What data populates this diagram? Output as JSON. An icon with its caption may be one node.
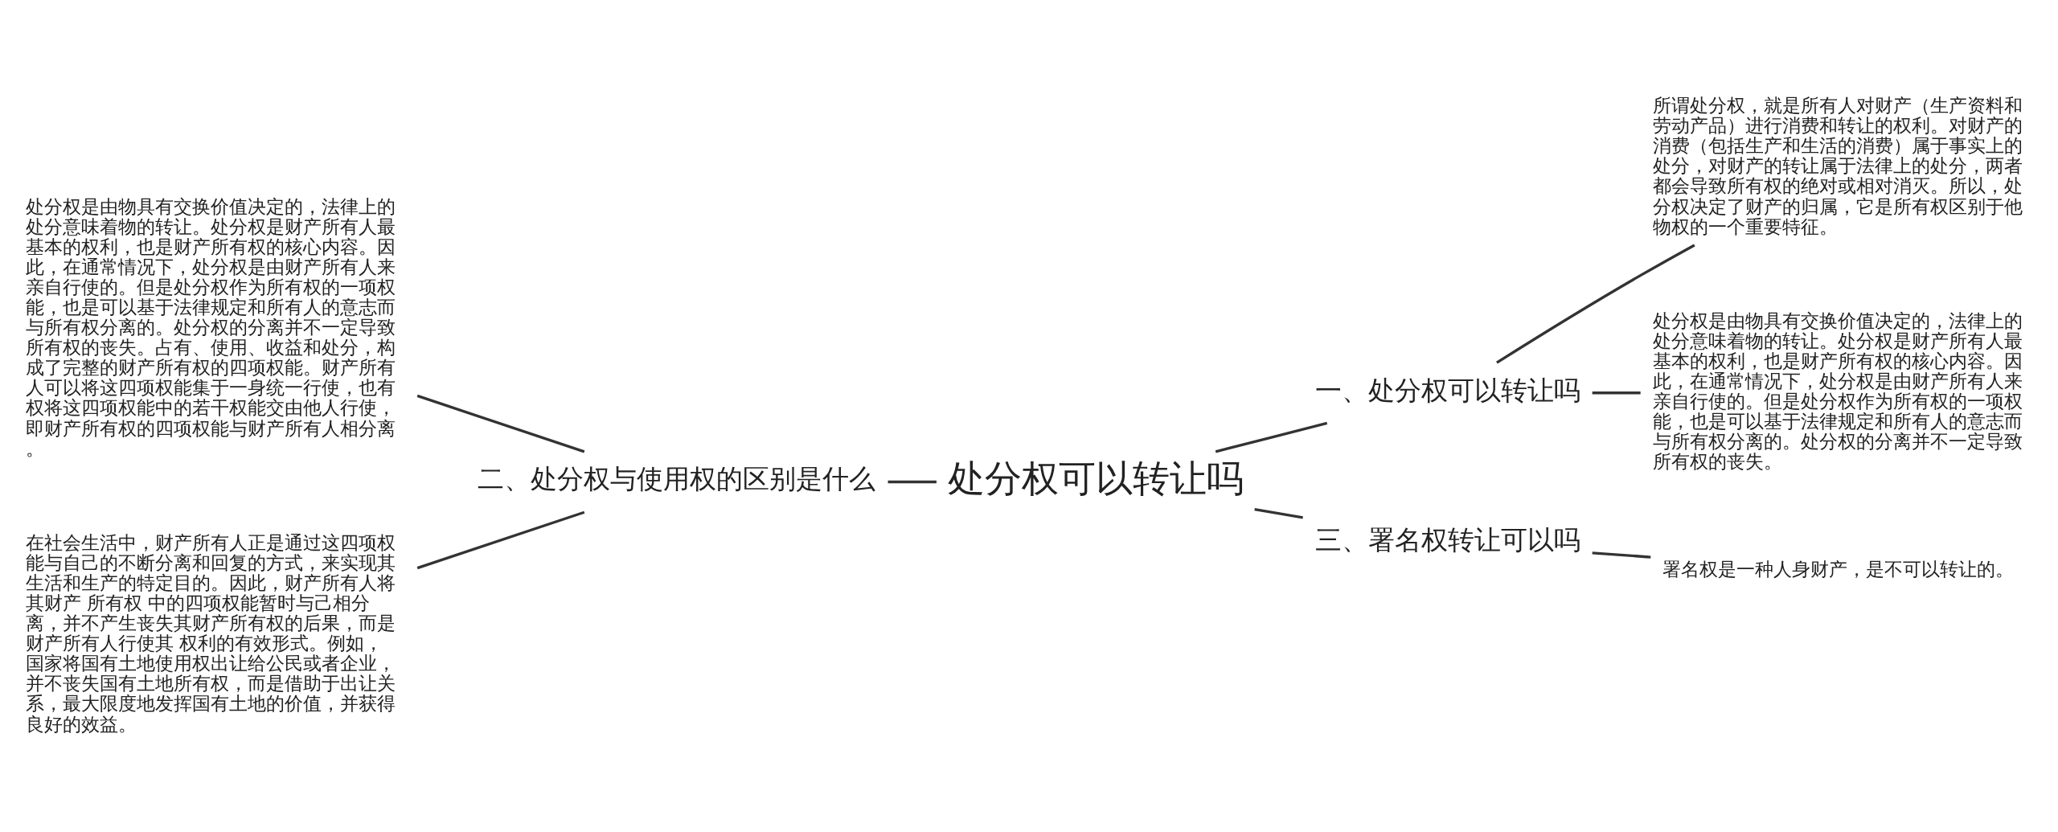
{
  "diagram": {
    "nodes": [
      {
        "text": [
          "处分权可以转让吗"
        ]
      },
      {
        "text": [
          "一、处分权可以转让吗"
        ]
      },
      {
        "text": [
          "所谓处分权，就是所有人对财产（生产资料和劳动产品）进行消费和转让的权利。对财产的消费（包括生产和生活的消费）属于事实上的处分，对财产的转让属于法律上的处分，两者都会导致所有权的绝对或相对消灭。所以，处分权决定了财产的归属，它是所有权区别于他物权的一个重要特征。"
        ]
      },
      {
        "text": [
          "处分权是由物具有交换价值决定的，法律上的处分意味着物的转让。处分权是财产所有人最基本的权利，也是财产所有权的核心内容。因此，在通常情况下，处分权是由财产所有人来亲自行使的。但是处分权作为所有权的一项权能，也是可以基于法律规定和所有人的意志而与所有权分离的。处分权的分离并不一定导致所有权的丧失。"
        ]
      },
      {
        "text": [
          "三、署名权转让可以吗"
        ]
      },
      {
        "text": [
          "署名权是一种人身财产，是不可以转让的。"
        ]
      },
      {
        "text": [
          "二、处分权与使用权的区别是什么"
        ]
      },
      {
        "text": [
          "处分权是由物具有交换价值决定的，法律上的处分意味着物的转让。处分权是财产所有人最基本的权利，也是财产所有权的核心内容。因此，在通常情况下，处分权是由财产所有人来亲自行使的。但是处分权作为所有权的一项权能，也是可以基于法律规定和所有人的意志而与所有权分离的。处分权的分离并不一定导致所有权的丧失。占有、使用、收益和处分，构成了完整的财产所有权的四项权能。财产所有人可以将这四项权能集于一身统一行使，也有权将这四项权能中的若干权能交由他人行使，即财产所有权的四项权能与财产所有人相分离。"
        ]
      },
      {
        "text": [
          "在社会生活中，财产所有人正是通过这四项权能与自己的不断分离和回复的方式，来实现其生活和生产的特定目的。因此，财产所有人将其财产 所有权 中的四项权能暂时与己相分离，并不产生丧失其财产所有权的后果，而是财产所有人行使其 权利的有效形式。例如，国家将国有土地使用权出让给公民或者企业，并不丧失国有土地所有权，而是借助于出让关系，最大限度地发挥国有土地的价值，并获得良好的效益。"
        ]
      }
    ],
    "edges": [
      {
        "from": 7,
        "to": 6,
        "arrow": "none"
      },
      {
        "from": 8,
        "to": 6,
        "arrow": "none"
      },
      {
        "from": 6,
        "to": 0,
        "arrow": "none"
      },
      {
        "from": 0,
        "to": 1,
        "arrow": "none"
      },
      {
        "from": 1,
        "to": 2,
        "arrow": "none"
      },
      {
        "from": 1,
        "to": 3,
        "arrow": "none"
      },
      {
        "from": 0,
        "to": 4,
        "arrow": "none"
      },
      {
        "from": 4,
        "to": 5,
        "arrow": "none"
      }
    ]
  }
}
